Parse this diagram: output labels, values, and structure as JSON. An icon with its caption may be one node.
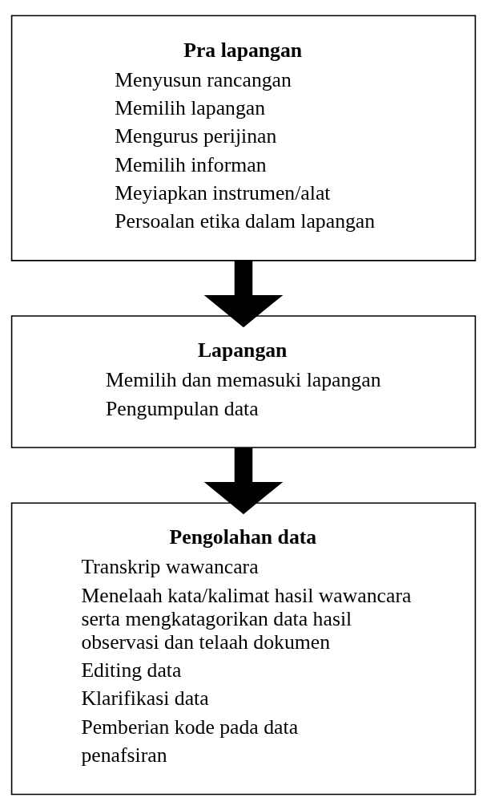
{
  "diagram": {
    "nodes": [
      {
        "text": [
          "Pra lapangan",
          "Menyusun rancangan",
          "Memilih lapangan",
          "Mengurus perijinan",
          "Memilih informan",
          "Meyiapkan instrumen/alat",
          "Persoalan etika dalam lapangan"
        ]
      },
      {
        "text": [
          "Lapangan",
          "Memilih dan memasuki lapangan",
          "Pengumpulan data"
        ]
      },
      {
        "text": [
          "Pengolahan data",
          "Transkrip wawancara",
          "Menelaah kata/kalimat hasil wawancara serta mengkatagorikan data hasil observasi dan telaah dokumen",
          "Editing data",
          "Klarifikasi data",
          "Pemberian kode pada data",
          "penafsiran"
        ]
      }
    ],
    "edges": [
      {
        "from": 0,
        "to": 1,
        "arrow": "to"
      },
      {
        "from": 1,
        "to": 2,
        "arrow": "to"
      }
    ]
  }
}
